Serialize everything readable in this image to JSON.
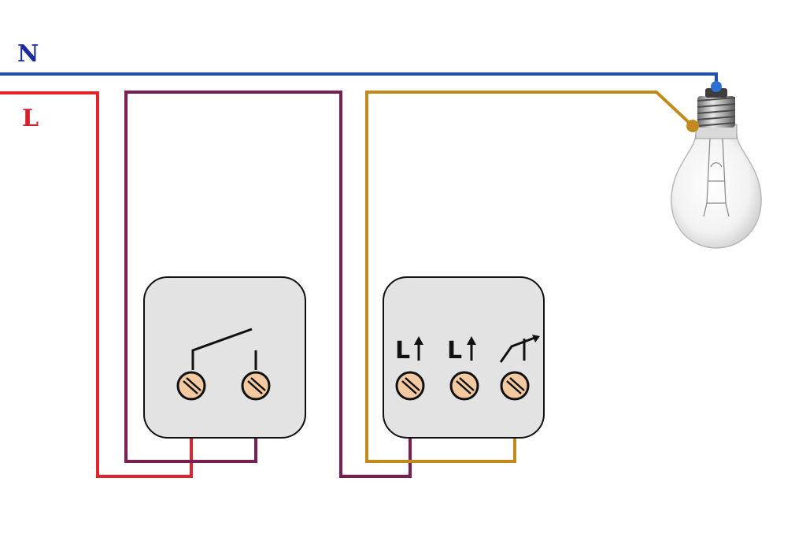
{
  "labels": {
    "neutral": "N",
    "live": "L"
  },
  "colors": {
    "neutral_wire": "#1f4fa8",
    "live_wire": "#e0242a",
    "traveler_wire": "#7a1f52",
    "lamp_wire": "#c28a1c",
    "switch_body": "#e3e3e3",
    "switch_border": "#111111",
    "terminal": "#f2c9a0",
    "neutral_label": "#1a2ca0",
    "live_label": "#d4202a"
  },
  "switch_left": {
    "type": "one-way switch",
    "terminals": 2
  },
  "switch_right": {
    "type": "two-way switch",
    "terminal_labels": [
      "L",
      "L",
      ""
    ],
    "icons": [
      "up-arrow-icon",
      "up-arrow-icon",
      "switch-contact-icon"
    ]
  },
  "lamp": {
    "icon": "light-bulb-icon"
  }
}
